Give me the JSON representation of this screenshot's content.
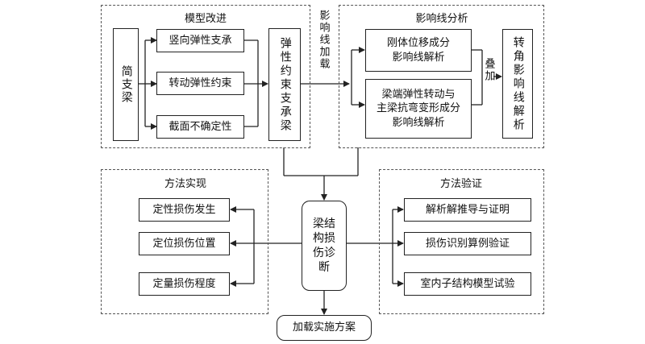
{
  "groups": {
    "model_improvement": "模型改进",
    "influence_analysis": "影响线分析",
    "method_implementation": "方法实现",
    "method_verification": "方法验证"
  },
  "model": {
    "simple_beam": "简支梁",
    "vertical_support": "竖向弹性支承",
    "rotational_constraint": "转动弹性约束",
    "uncertain_section": "截面不确定性",
    "elastic_beam": "弹性约束支承梁"
  },
  "influence_loading": "影响线加载",
  "influence": {
    "rigid_body": "刚体位移成分\n影响线解析",
    "end_rotation": "梁端弹性转动与\n主梁抗弯变形成分\n影响线解析",
    "superposition": "叠加",
    "rotation_angle": "转角影响线解析"
  },
  "diagnosis": "梁结构损伤诊断",
  "implementation": {
    "qualitative": "定性损伤发生",
    "location": "定位损伤位置",
    "quantify": "定量损伤程度"
  },
  "verification": {
    "derivation": "解析解推导与证明",
    "numerical": "损伤识别算例验证",
    "experiment": "室内子结构模型试验"
  },
  "loading_plan": "加载实施方案"
}
